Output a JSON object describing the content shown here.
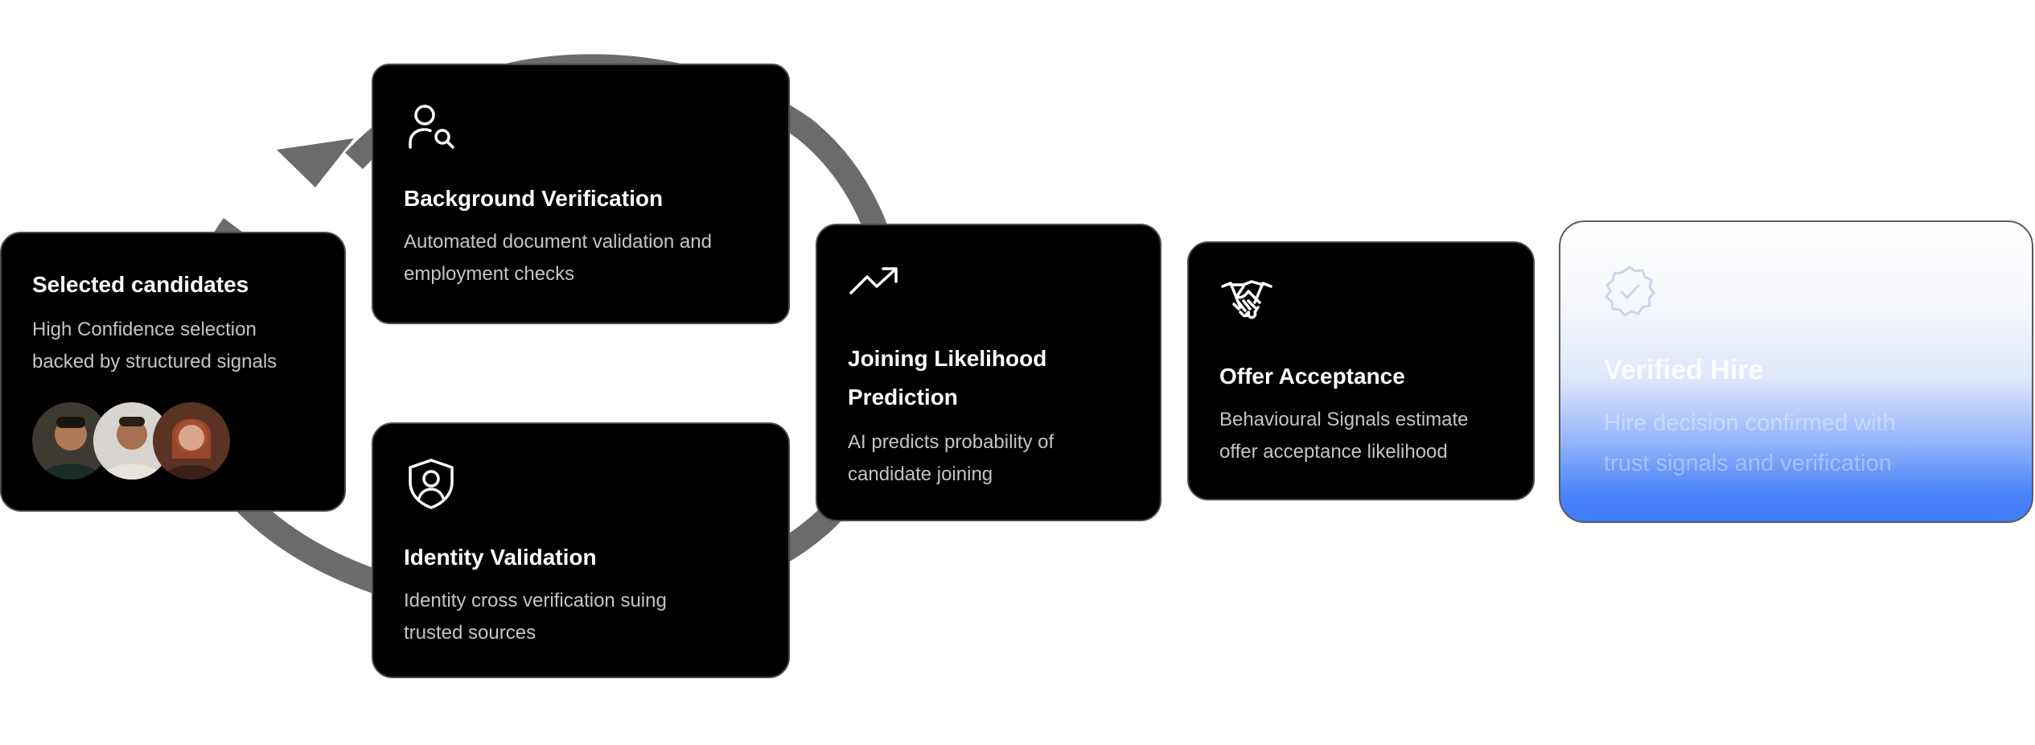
{
  "colors": {
    "card_bg": "#000000",
    "card_border": "#4a4a4a",
    "title_text": "#ffffff",
    "desc_text": "#c4c4c4",
    "arrow": "#6b6b6b",
    "verified_gradient_bottom": "#3e7cf8"
  },
  "cards": {
    "selected": {
      "title": "Selected candidates",
      "desc_line1": "High Confidence selection",
      "desc_line2": "backed by structured signals",
      "avatars": [
        "candidate-avatar-1",
        "candidate-avatar-2",
        "candidate-avatar-3"
      ]
    },
    "background": {
      "icon": "user-search-icon",
      "title": "Background Verification",
      "desc_line1": "Automated document validation and",
      "desc_line2": "employment checks"
    },
    "identity": {
      "icon": "shield-user-icon",
      "title": "Identity Validation",
      "desc_line1": "Identity cross verification suing",
      "desc_line2": "trusted sources"
    },
    "joining": {
      "icon": "trending-up-icon",
      "title_line1": "Joining Likelihood",
      "title_line2": "Prediction",
      "desc_line1": "AI predicts probability of",
      "desc_line2": "candidate joining"
    },
    "offer": {
      "icon": "handshake-icon",
      "title": "Offer Acceptance",
      "desc_line1": "Behavioural Signals estimate",
      "desc_line2": "offer acceptance likelihood"
    },
    "verified": {
      "icon": "verified-badge-icon",
      "title": "Verified Hire",
      "desc_line1": "Hire decision confirmed with",
      "desc_line2": "trust signals and verification"
    }
  }
}
